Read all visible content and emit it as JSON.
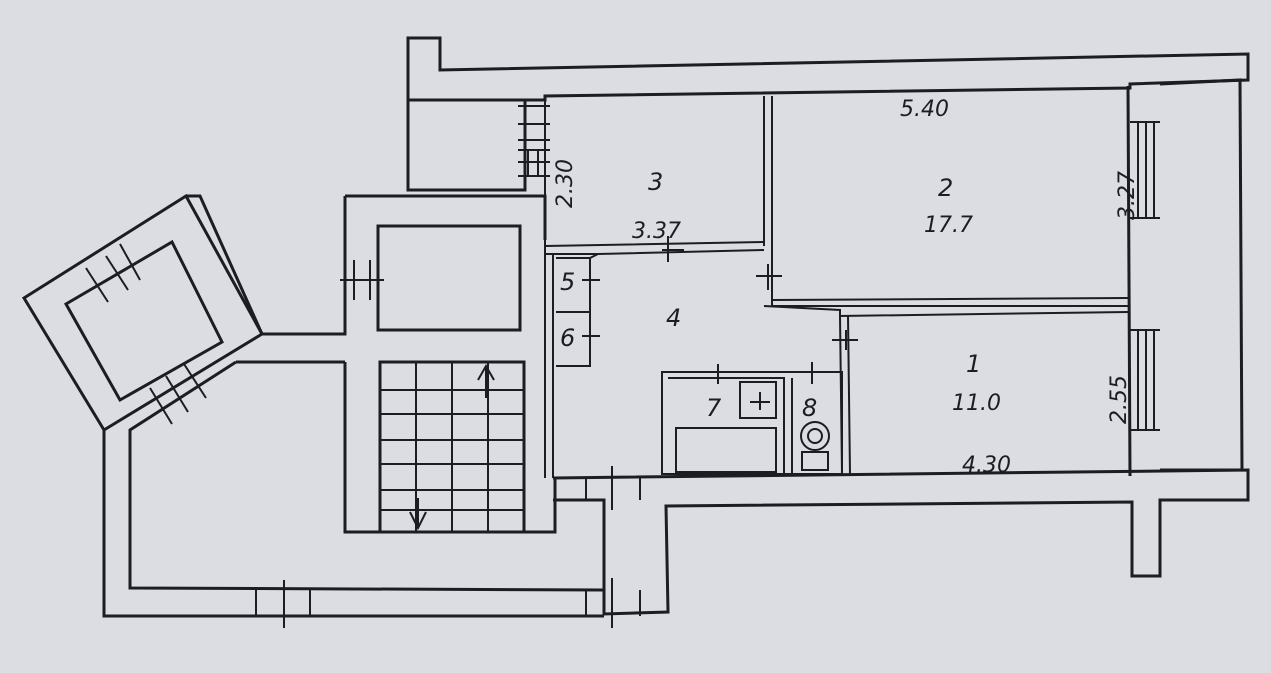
{
  "rooms": [
    {
      "number": "1",
      "area": "11.0"
    },
    {
      "number": "2",
      "area": "17.7"
    },
    {
      "number": "3"
    },
    {
      "number": "4"
    },
    {
      "number": "5"
    },
    {
      "number": "6"
    },
    {
      "number": "7"
    },
    {
      "number": "8"
    }
  ],
  "dimensions": {
    "room2_width": "5.40",
    "room2_depth": "3.27",
    "room3_width": "3.37",
    "room3_depth": "2.30",
    "room1_width": "4.30",
    "room1_depth": "2.55"
  },
  "colors": {
    "paper": "#dcdde2",
    "ink": "#1c1c22"
  }
}
